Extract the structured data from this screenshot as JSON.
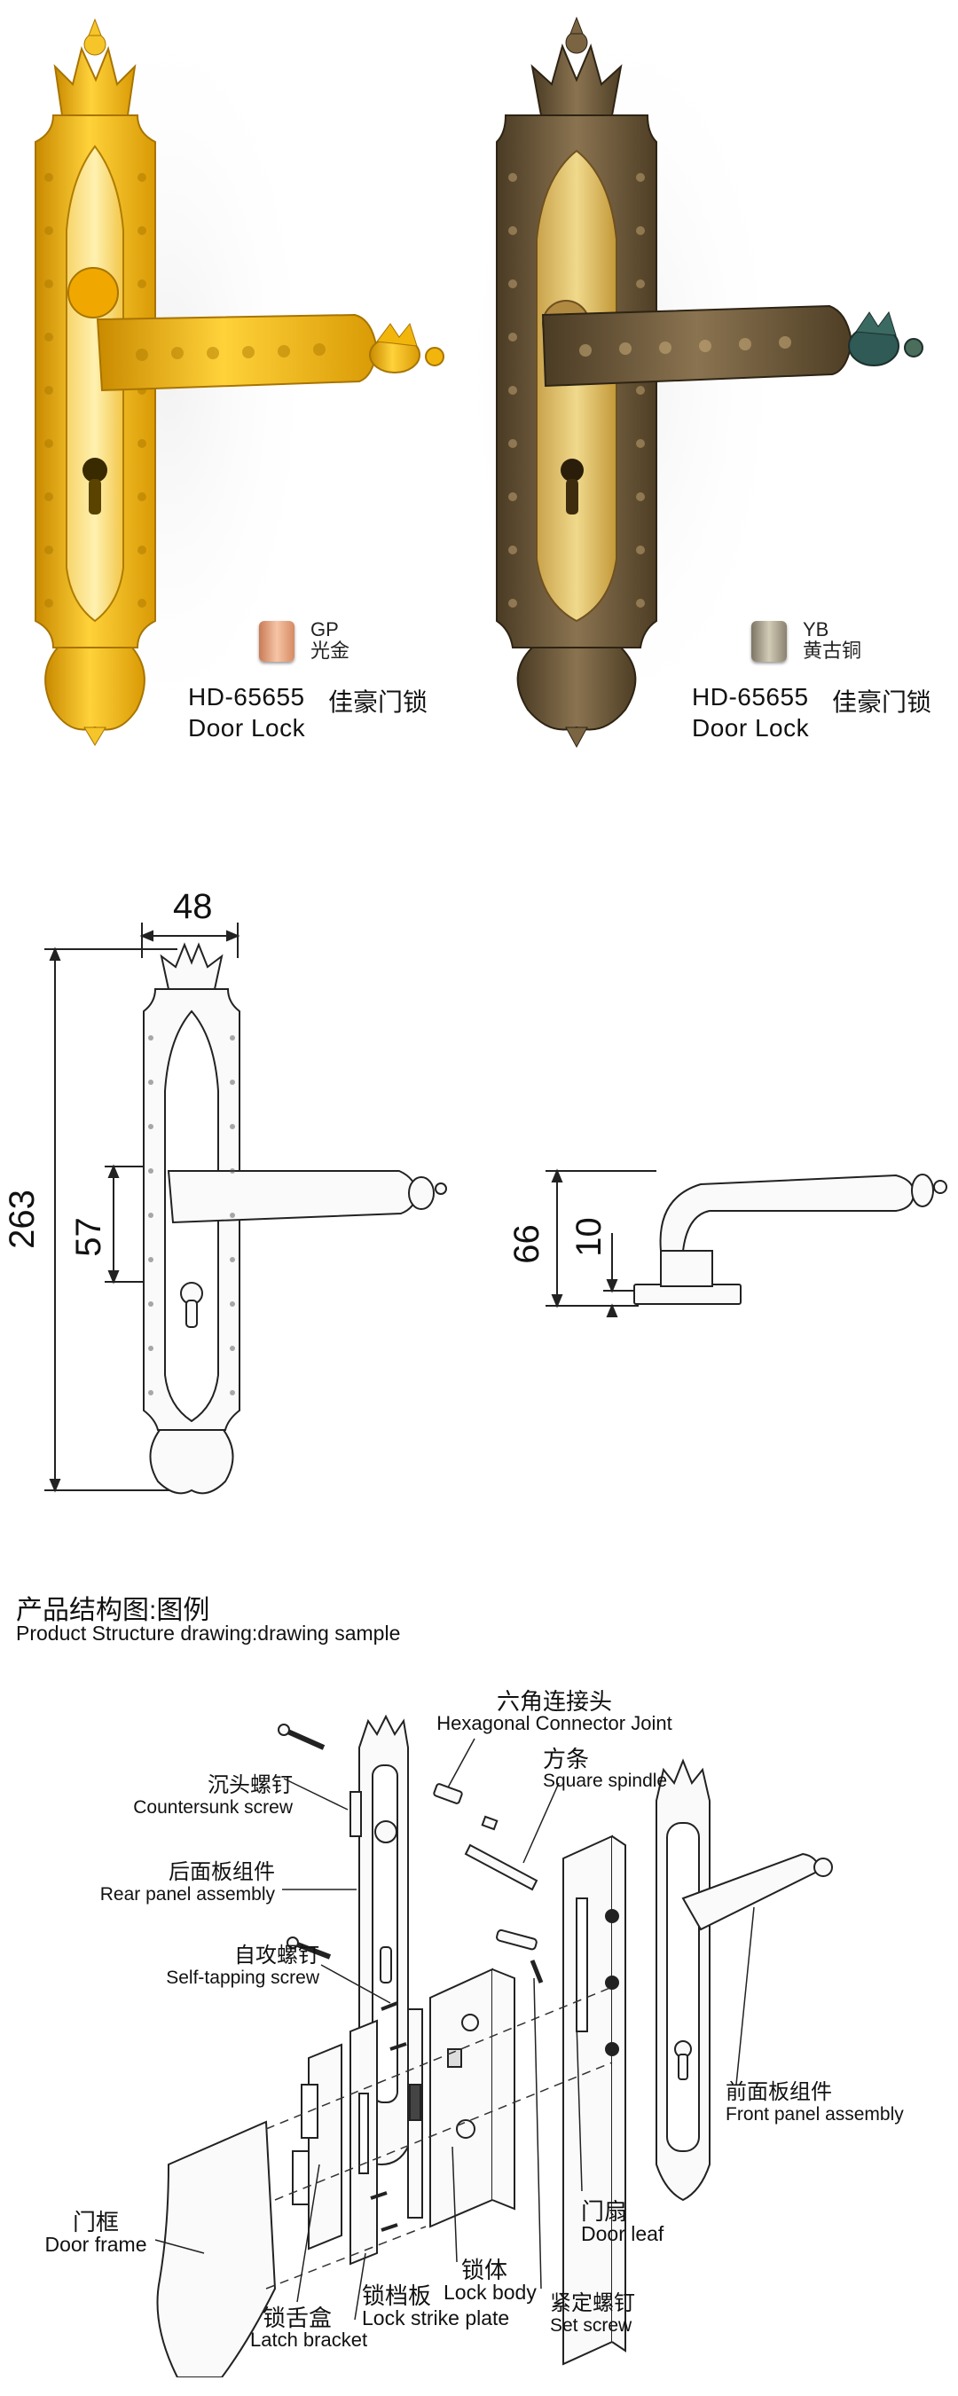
{
  "products": [
    {
      "swatch_code": "GP",
      "swatch_name": "光金",
      "model": "HD-65655",
      "model_cn": "佳豪门锁",
      "type": "Door Lock",
      "swatch_color": "#e8a07a"
    },
    {
      "swatch_code": "YB",
      "swatch_name": "黄古铜",
      "model": "HD-65655",
      "model_cn": "佳豪门锁",
      "type": "Door Lock",
      "swatch_color": "#a39a87"
    }
  ],
  "dimensions": {
    "width": "48",
    "height": "263",
    "handle_offset": "57",
    "projection": "66",
    "base": "10"
  },
  "structure": {
    "title_cn": "产品结构图:图例",
    "title_en": "Product Structure drawing:drawing sample"
  },
  "parts": {
    "hex_joint": {
      "cn": "六角连接头",
      "en": "Hexagonal  Connector Joint"
    },
    "spindle": {
      "cn": "方条",
      "en": "Square spindle"
    },
    "countersunk": {
      "cn": "沉头螺钉",
      "en": "Countersunk screw"
    },
    "rear_panel": {
      "cn": "后面板组件",
      "en": "Rear panel assembly"
    },
    "self_tapping": {
      "cn": "自攻螺钉",
      "en": "Self-tapping screw"
    },
    "front_panel": {
      "cn": "前面板组件",
      "en": "Front panel assembly"
    },
    "door_frame": {
      "cn": "门框",
      "en": "Door frame"
    },
    "lock_body": {
      "cn": "锁体",
      "en": "Lock body"
    },
    "door_leaf": {
      "cn": "门扇",
      "en": "Door leaf"
    },
    "set_screw": {
      "cn": "紧定螺钉",
      "en": "Set screw"
    },
    "latch_bracket": {
      "cn": "锁舌盒",
      "en": "Latch bracket"
    },
    "strike_plate": {
      "cn": "锁档板",
      "en": "Lock strike plate"
    }
  },
  "colors": {
    "gold": "#f2b50c",
    "bronze": "#6f5a3a",
    "brass_plate": "#e9c766",
    "ink": "#111111"
  }
}
